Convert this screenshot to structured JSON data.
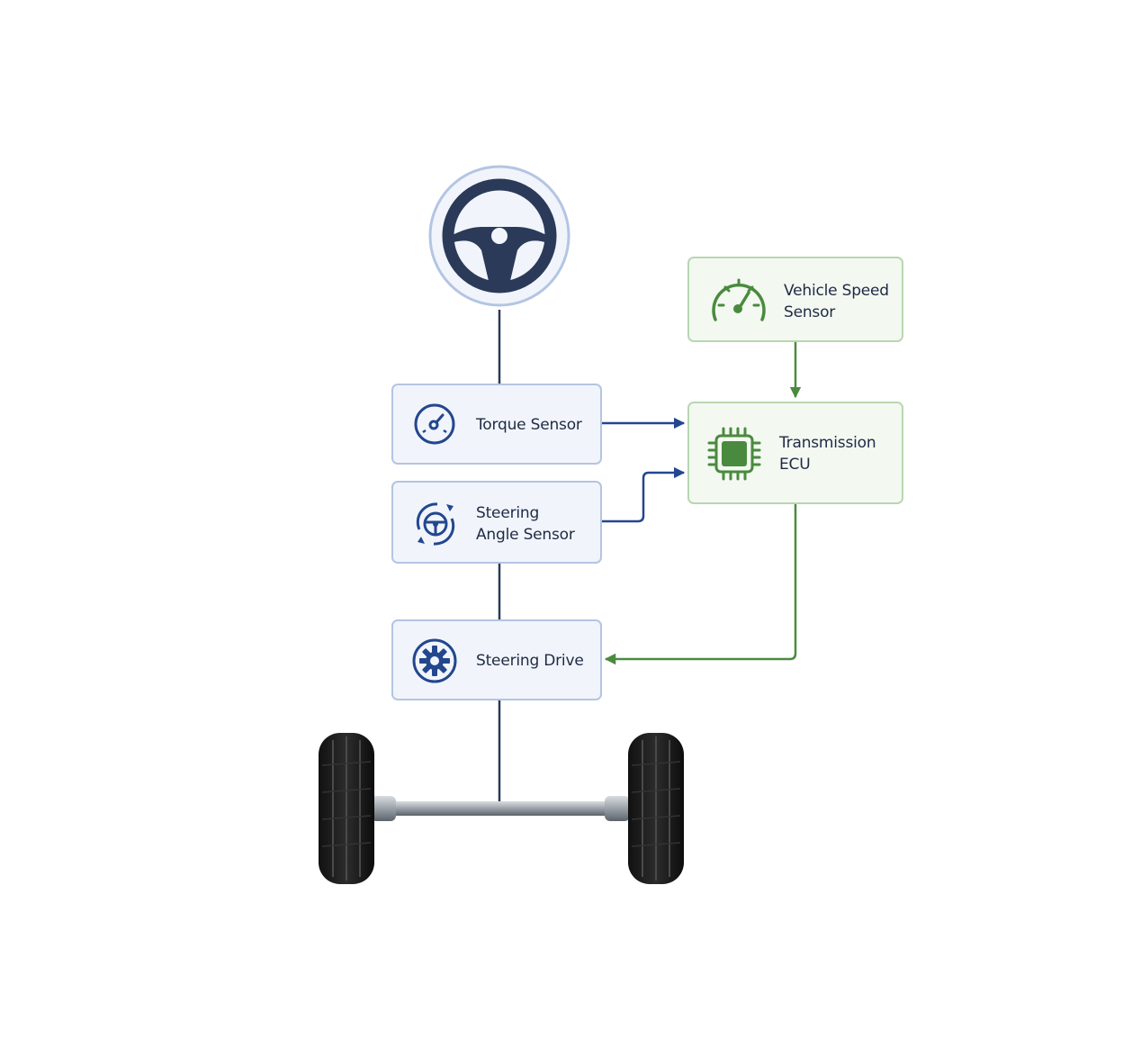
{
  "colors": {
    "navy": "#2b3a58",
    "blue_accent": "#23478f",
    "green_accent": "#4a8a3e",
    "blue_fill": "#f1f5fb",
    "blue_border": "#b4c5e3",
    "green_fill": "#f3f8f1",
    "green_border": "#b9d6b2"
  },
  "nodes": {
    "steering_wheel": {
      "icon": "steering-wheel-icon"
    },
    "torque_sensor": {
      "lines": [
        "Torque Sensor"
      ],
      "icon": "torque-gauge-icon"
    },
    "steering_angle_sensor": {
      "lines": [
        "Steering",
        "Angle Sensor"
      ],
      "icon": "steering-angle-rotate-icon"
    },
    "steering_drive": {
      "lines": [
        "Steering Drive"
      ],
      "icon": "gear-icon"
    },
    "vehicle_speed_sensor": {
      "lines": [
        "Vehicle Speed",
        "Sensor"
      ],
      "icon": "speedometer-icon"
    },
    "transmission_ecu": {
      "lines": [
        "Transmission",
        "ECU"
      ],
      "icon": "microchip-icon"
    },
    "wheel_axle": {
      "icon": "wheels-axle-icon"
    }
  }
}
